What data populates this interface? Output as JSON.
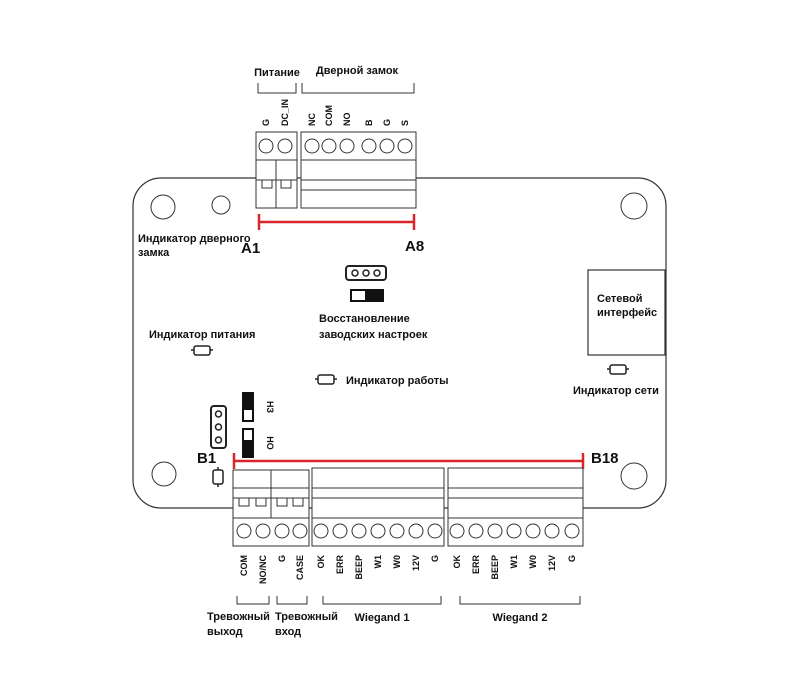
{
  "colors": {
    "accent": "#d9262b",
    "stroke": "#333333"
  },
  "labels": {
    "power_group": "Питание",
    "lock_group": "Дверной замок",
    "door_indicator": "Индикатор дверного замка",
    "reset": "Восстановление заводских настроек",
    "power_indicator": "Индикатор питания",
    "work_indicator": "Индикатор работы",
    "network": "Сетевой интерфейс",
    "network_indicator": "Индикатор сети",
    "alarm_out": "Тревожный выход",
    "alarm_in": "Тревожный вход",
    "wiegand1": "Wiegand 1",
    "wiegand2": "Wiegand 2",
    "nc_switch": "НЗ",
    "no_switch": "НО"
  },
  "range_labels": {
    "a_start": "A1",
    "a_end": "A8",
    "b_start": "B1",
    "b_end": "B18"
  },
  "top_pins": [
    "G",
    "DC_IN",
    "NC",
    "COM",
    "NO",
    "B",
    "G",
    "S"
  ],
  "bottom_pins": [
    "COM",
    "NO/NC",
    "G",
    "CASE",
    "OK",
    "ERR",
    "BEEP",
    "W1",
    "W0",
    "12V",
    "G",
    "OK",
    "ERR",
    "BEEP",
    "W1",
    "W0",
    "12V",
    "G"
  ]
}
